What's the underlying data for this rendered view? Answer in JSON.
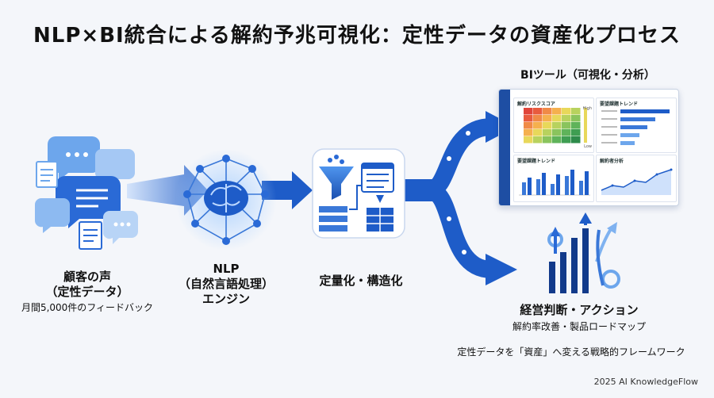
{
  "title": "NLP×BI統合による解約予兆可視化：定性データの資産化プロセス",
  "stage1": {
    "line1": "顧客の声",
    "line2": "（定性データ）",
    "detail": "月間5,000件のフィードバック"
  },
  "stage2": {
    "line1": "NLP",
    "line2": "（自然言語処理）",
    "line3": "エンジン"
  },
  "stage3": {
    "label": "定量化・構造化"
  },
  "bi": {
    "title": "BIツール（可視化・分析）",
    "card1_title": "解約リスクスコア",
    "card2_title": "要望課題トレンド",
    "card3_title": "要望課題トレンド",
    "card4_title": "解約者分析",
    "heat_high": "High",
    "heat_low": "Low"
  },
  "action": {
    "label": "経営判断・アクション",
    "detail": "解約率改善・製品ロードマップ"
  },
  "tagline": "定性データを「資産」へ変える戦略的フレームワーク",
  "footer": "2025 AI KnowledgeFlow",
  "colors": {
    "primary": "#1e5cc8",
    "light": "#7fb2f0",
    "dark": "#123a8a"
  }
}
